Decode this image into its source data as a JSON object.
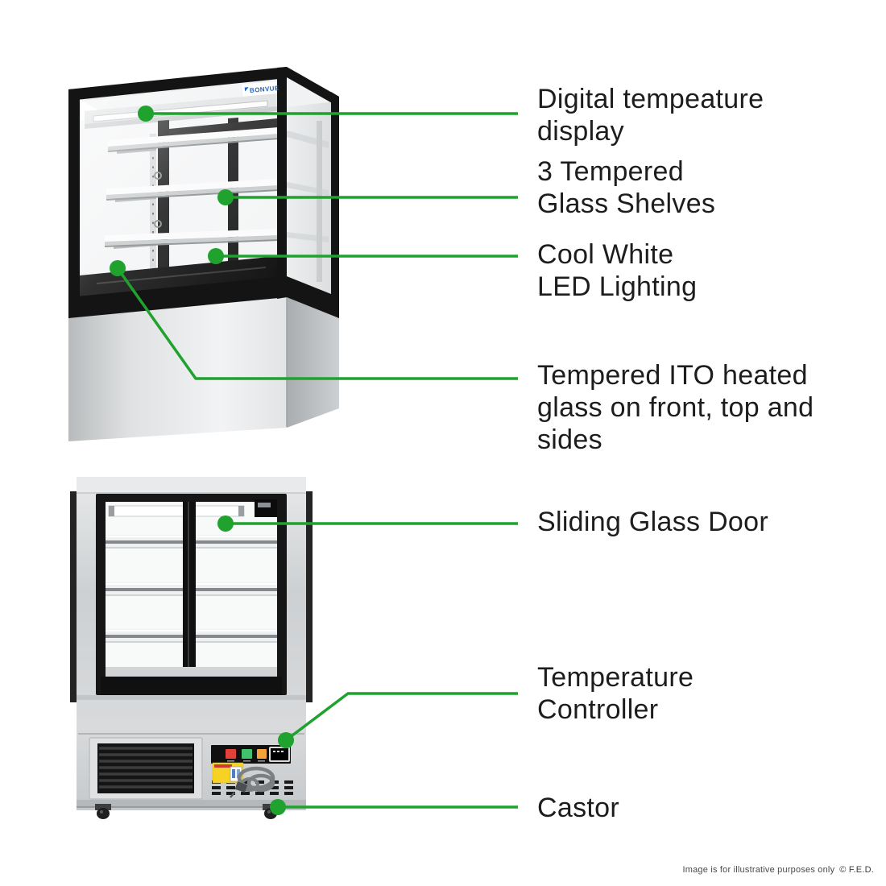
{
  "page": {
    "background": "#ffffff",
    "accent_green": "#1fa22e",
    "label_text_color": "#1d1d1d"
  },
  "brand": {
    "logo_text": "BONVUE",
    "logo_color": "#1d63c8"
  },
  "product": {
    "views": [
      "angled front view of glass display cabinet",
      "rear view with sliding doors"
    ],
    "control_panel": {
      "button_colors": [
        "#e2413a",
        "#43c06c",
        "#f2a33c"
      ],
      "display": "digital temperature readout"
    }
  },
  "callouts": [
    {
      "id": "digital-temperature-display",
      "lines": [
        "Digital tempeature",
        "display"
      ]
    },
    {
      "id": "tempered-glass-shelves",
      "lines": [
        "3 Tempered",
        "Glass Shelves"
      ]
    },
    {
      "id": "led-lighting",
      "lines": [
        "Cool White",
        "LED Lighting"
      ]
    },
    {
      "id": "ito-heated-glass",
      "lines": [
        "Tempered ITO heated",
        "glass on front, top and",
        "sides"
      ]
    },
    {
      "id": "sliding-glass-door",
      "lines": [
        "Sliding Glass Door"
      ]
    },
    {
      "id": "temperature-controller",
      "lines": [
        "Temperature",
        "Controller"
      ]
    },
    {
      "id": "castor",
      "lines": [
        "Castor"
      ]
    }
  ],
  "footer": {
    "disclaimer": "Image is for illustrative purposes only",
    "copyright": "© F.E.D."
  }
}
